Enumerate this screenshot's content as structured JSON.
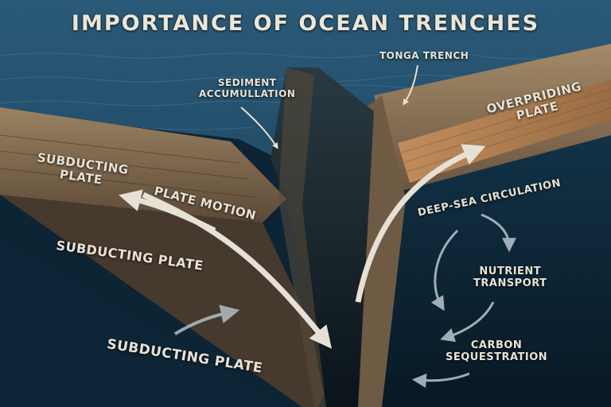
{
  "title": "IMPORTANCE OF OCEAN TRENCHES",
  "labels": {
    "tonga_trench": "TONGA TRENCH",
    "sediment_line1": "SEDIMENT",
    "sediment_line2": "ACCUMULLATION",
    "overriding_line1": "OVERPRIDING",
    "overriding_line2": "PLATE",
    "subducting_top_line1": "SUBDUCTING",
    "subducting_top_line2": "PLATE",
    "plate_motion": "PLATE MOTION",
    "subducting_middle": "SUBDUCTING PLATE",
    "subducting_bottom": "SUBDUCTING PLATE",
    "deep_sea": "DEEP-SEA CIRCULATION",
    "nutrient_line1": "NUTRIENT",
    "nutrient_line2": "TRANSPORT",
    "carbon_line1": "CARBON",
    "carbon_line2": "SEQUESTRATION"
  },
  "colors": {
    "sea_surface": "#1f4a66",
    "deep_water": "#0d2a3c",
    "rock": "#8a7458",
    "rock_dark": "#3e3226",
    "overriding_band": "#b08050",
    "label_text": "#e8e2d4",
    "arrow": "#e6e1d6"
  }
}
